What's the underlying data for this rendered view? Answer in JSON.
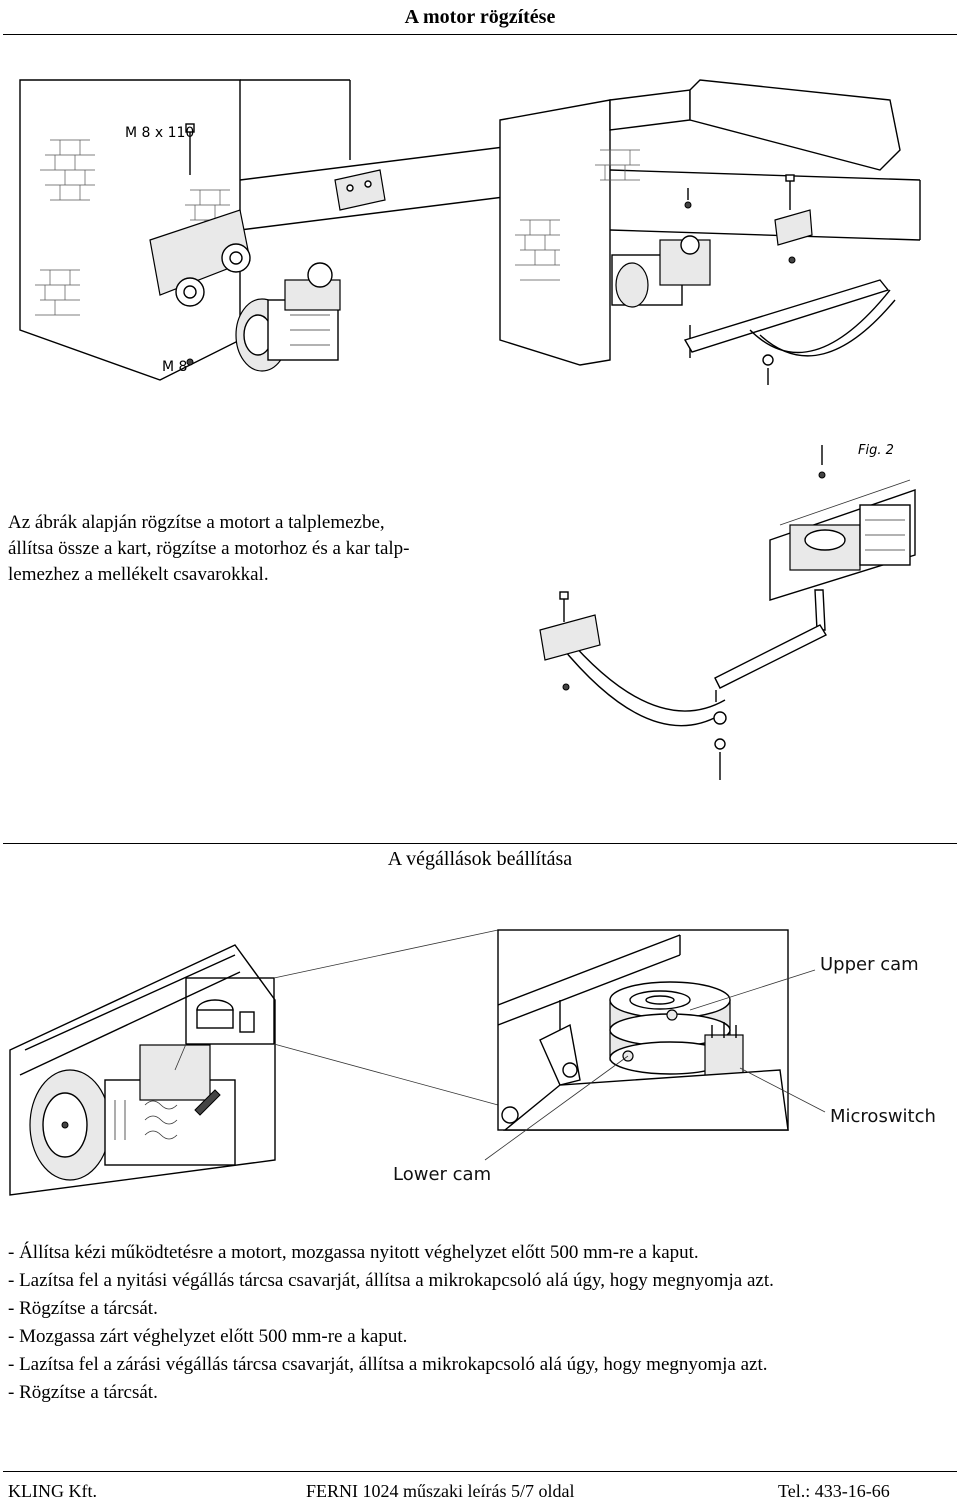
{
  "section1": {
    "title": "A motor rögzítése"
  },
  "figure1": {
    "label_top": "M 8 x 110",
    "label_bottom": "M 8"
  },
  "figure2": {
    "label": "Fig. 2"
  },
  "intro": {
    "lines": [
      "Az ábrák alapján rögzítse a motort a talplemezbe,",
      "állítsa össze a kart, rögzítse a motorhoz és a kar talp-",
      "lemezhez a mellékelt csavarokkal."
    ]
  },
  "section2": {
    "title": "A végállások beállítása"
  },
  "figure3": {
    "upper_cam": "Upper cam",
    "microswitch": "Microswitch",
    "lower_cam": "Lower cam"
  },
  "steps": [
    "- Állítsa kézi működtetésre a motort, mozgassa nyitott véghelyzet előtt 500 mm-re a kaput.",
    "- Lazítsa fel a nyitási végállás tárcsa csavarját, állítsa a mikrokapcsoló alá úgy, hogy megnyomja azt.",
    "- Rögzítse a tárcsát.",
    "- Mozgassa zárt véghelyzet előtt 500 mm-re a kaput.",
    "- Lazítsa fel a zárási végállás tárcsa csavarját, állítsa a mikrokapcsoló alá úgy, hogy megnyomja azt.",
    "- Rögzítse a tárcsát."
  ],
  "footer": {
    "left": "KLING Kft.",
    "center": "FERNI 1024 műszaki leírás 5/7 oldal",
    "right": "Tel.: 433-16-66"
  }
}
